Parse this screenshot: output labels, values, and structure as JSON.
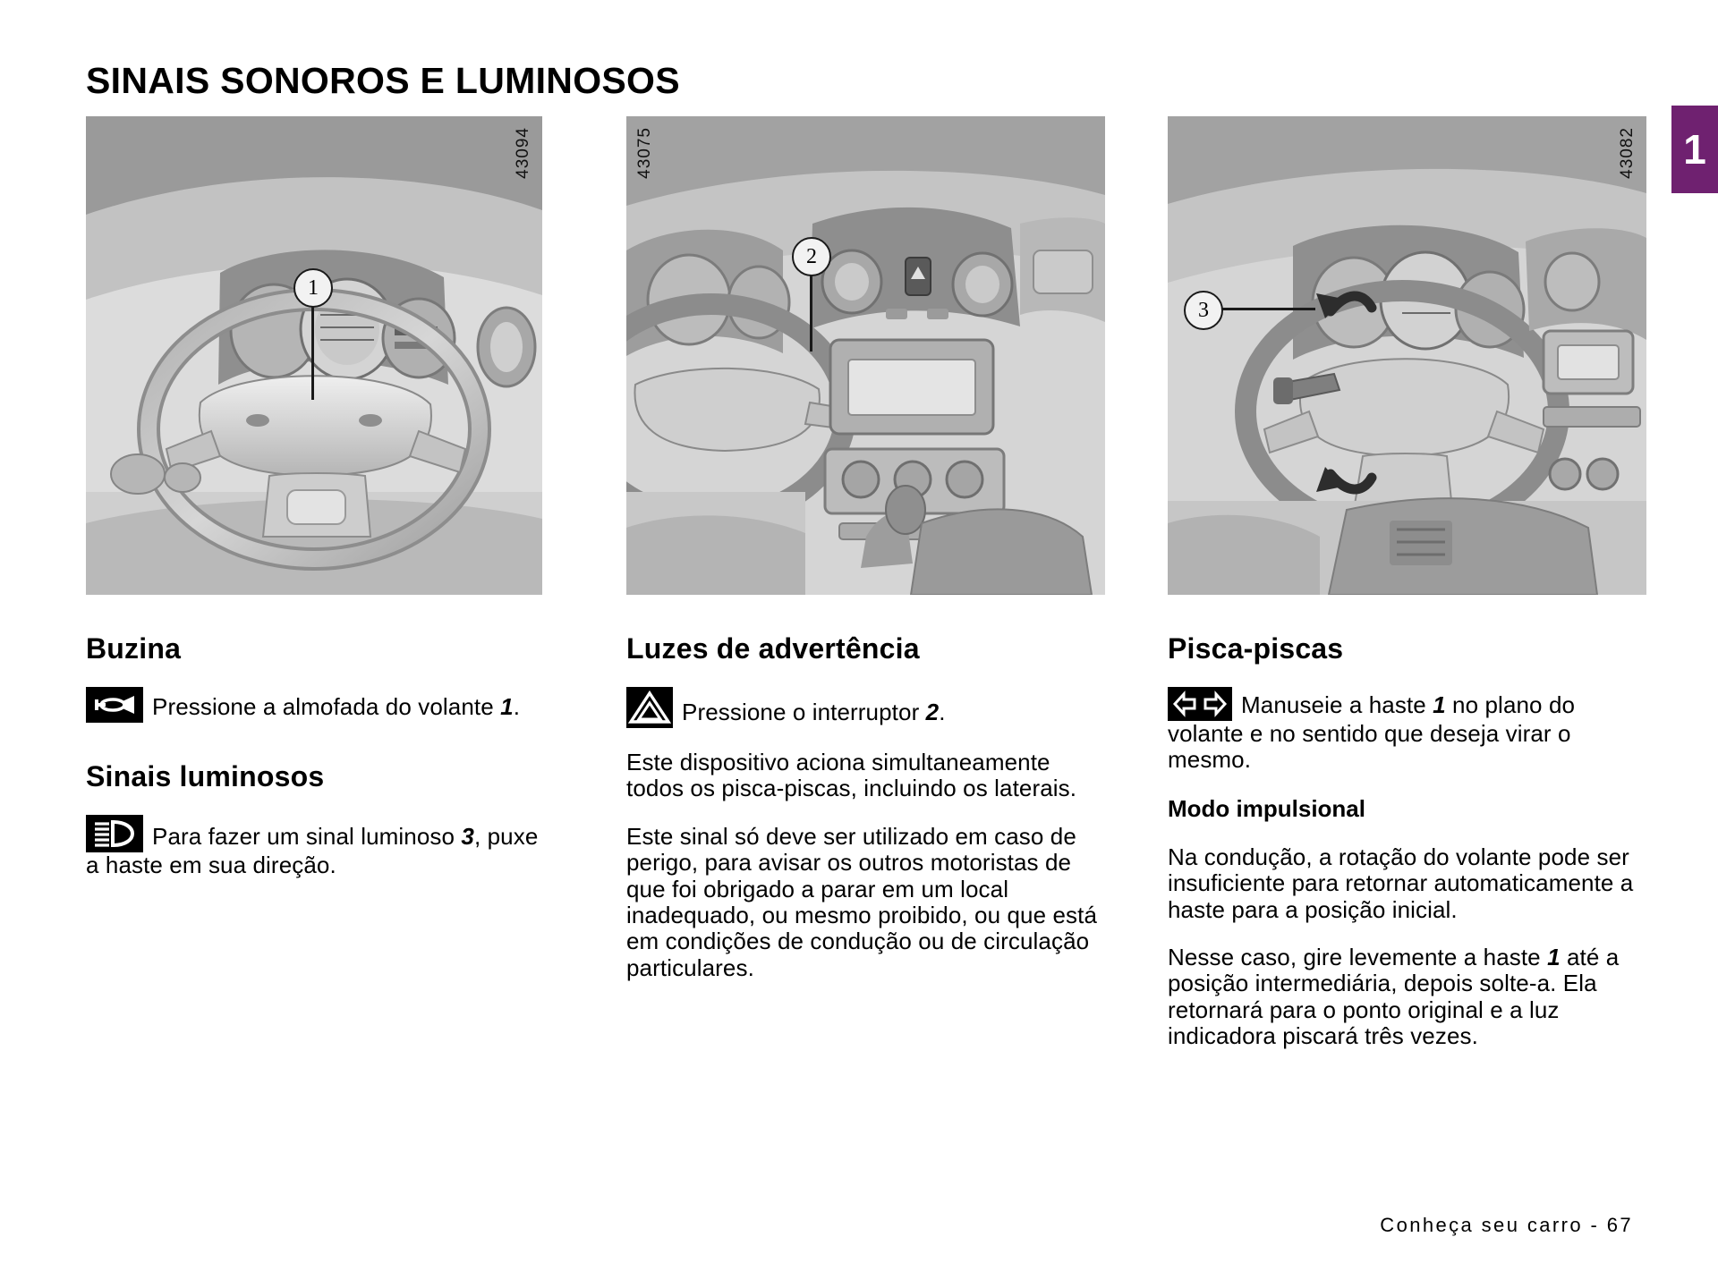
{
  "page": {
    "title": "SINAIS SONOROS E LUMINOSOS",
    "chapter_tab": "1",
    "footer": "Conheça seu carro - 67",
    "accent_color": "#6f2170"
  },
  "figures": [
    {
      "code": "43094",
      "callout": "1",
      "alt": "Volante com almofada da buzina"
    },
    {
      "code": "43075",
      "callout": "2",
      "alt": "Painel central com interruptor das luzes de advertência"
    },
    {
      "code": "43082",
      "callout": "3",
      "alt": "Haste do pisca-pisca no volante"
    }
  ],
  "columns": [
    {
      "sections": [
        {
          "heading": "Buzina",
          "icon": "horn-icon",
          "lead_before": "",
          "paragraphs": [
            {
              "icon": "horn-icon",
              "text_1": "Pressione a almofada do volante ",
              "ref": "1",
              "text_2": "."
            }
          ]
        },
        {
          "heading": "Sinais luminosos",
          "icon": "headlight-flash-icon",
          "paragraphs": [
            {
              "icon": "headlight-flash-icon",
              "text_1": "Para fazer um sinal luminoso ",
              "ref": "3",
              "text_2": ", puxe a haste em sua direção."
            }
          ]
        }
      ]
    },
    {
      "sections": [
        {
          "heading": "Luzes de advertência",
          "icon": "hazard-warning-icon",
          "paragraphs": [
            {
              "icon": "hazard-warning-icon",
              "text_1": "Pressione o interruptor ",
              "ref": "2",
              "text_2": "."
            }
          ],
          "body": [
            "Este dispositivo aciona simultaneamente todos os pisca-piscas, incluindo os laterais.",
            "Este sinal só deve ser utilizado em caso de perigo, para avisar os outros motoristas de que foi obrigado a parar em um local inadequado, ou mesmo proibido, ou que está em condições de condução ou de circulação particulares."
          ]
        }
      ]
    },
    {
      "sections": [
        {
          "heading": "Pisca-piscas",
          "icon": "turn-indicator-icon",
          "paragraphs": [
            {
              "icon": "turn-indicator-icon",
              "text_1": "Manuseie a haste ",
              "ref": "1",
              "text_2": " no plano do volante e no sentido que deseja virar o mesmo."
            }
          ],
          "subheading": "Modo impulsional",
          "body": [
            "Na condução, a rotação do volante pode ser insuficiente para retornar automaticamente a haste para a posição inicial."
          ],
          "body_ref": {
            "text_1": "Nesse caso, gire levemente a haste ",
            "ref": "1",
            "text_2": " até a posição intermediária, depois solte-a. Ela retornará para o ponto original e a luz indicadora piscará três vezes."
          }
        }
      ]
    }
  ]
}
